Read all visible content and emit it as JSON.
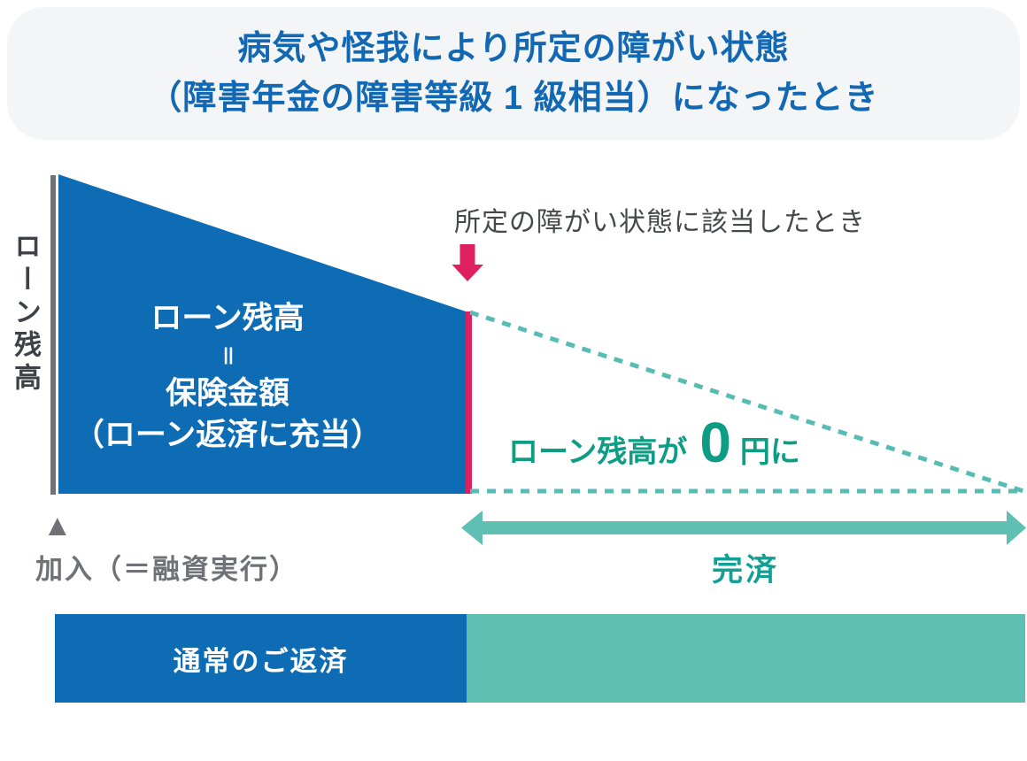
{
  "title_box": {
    "line1": "病気や怪我により所定の障がい状態",
    "line2": "（障害年金の障害等級 1 級相当）になったとき"
  },
  "chart": {
    "y_axis_label": "ローン残高",
    "event_label": "所定の障がい状態に該当したとき",
    "blue_area": {
      "line1": "ローン残高",
      "equals": "＝",
      "line2": "保険金額",
      "line3": "（ローン返済に充当）"
    },
    "zero_label": {
      "prefix": "ローン残高が",
      "zero": "0",
      "suffix": "円に"
    },
    "start_marker": "▲",
    "start_label": "加入（＝融資実行）",
    "span_label": "完済"
  },
  "bottom_bar": {
    "left_label": "通常のご返済"
  },
  "colors": {
    "title_blue": "#1268b3",
    "brand_blue": "#0e6cb4",
    "teal_light": "#5fbfb2",
    "teal_dash": "#57bdb2",
    "teal_text": "#12a095",
    "green_text": "#0d9c84",
    "pink": "#de1f60",
    "axis_gray": "#6f7377",
    "marker_gray": "#6e7276",
    "dark_gray_text": "#45484c",
    "box_bg": "#f4f5f6"
  }
}
